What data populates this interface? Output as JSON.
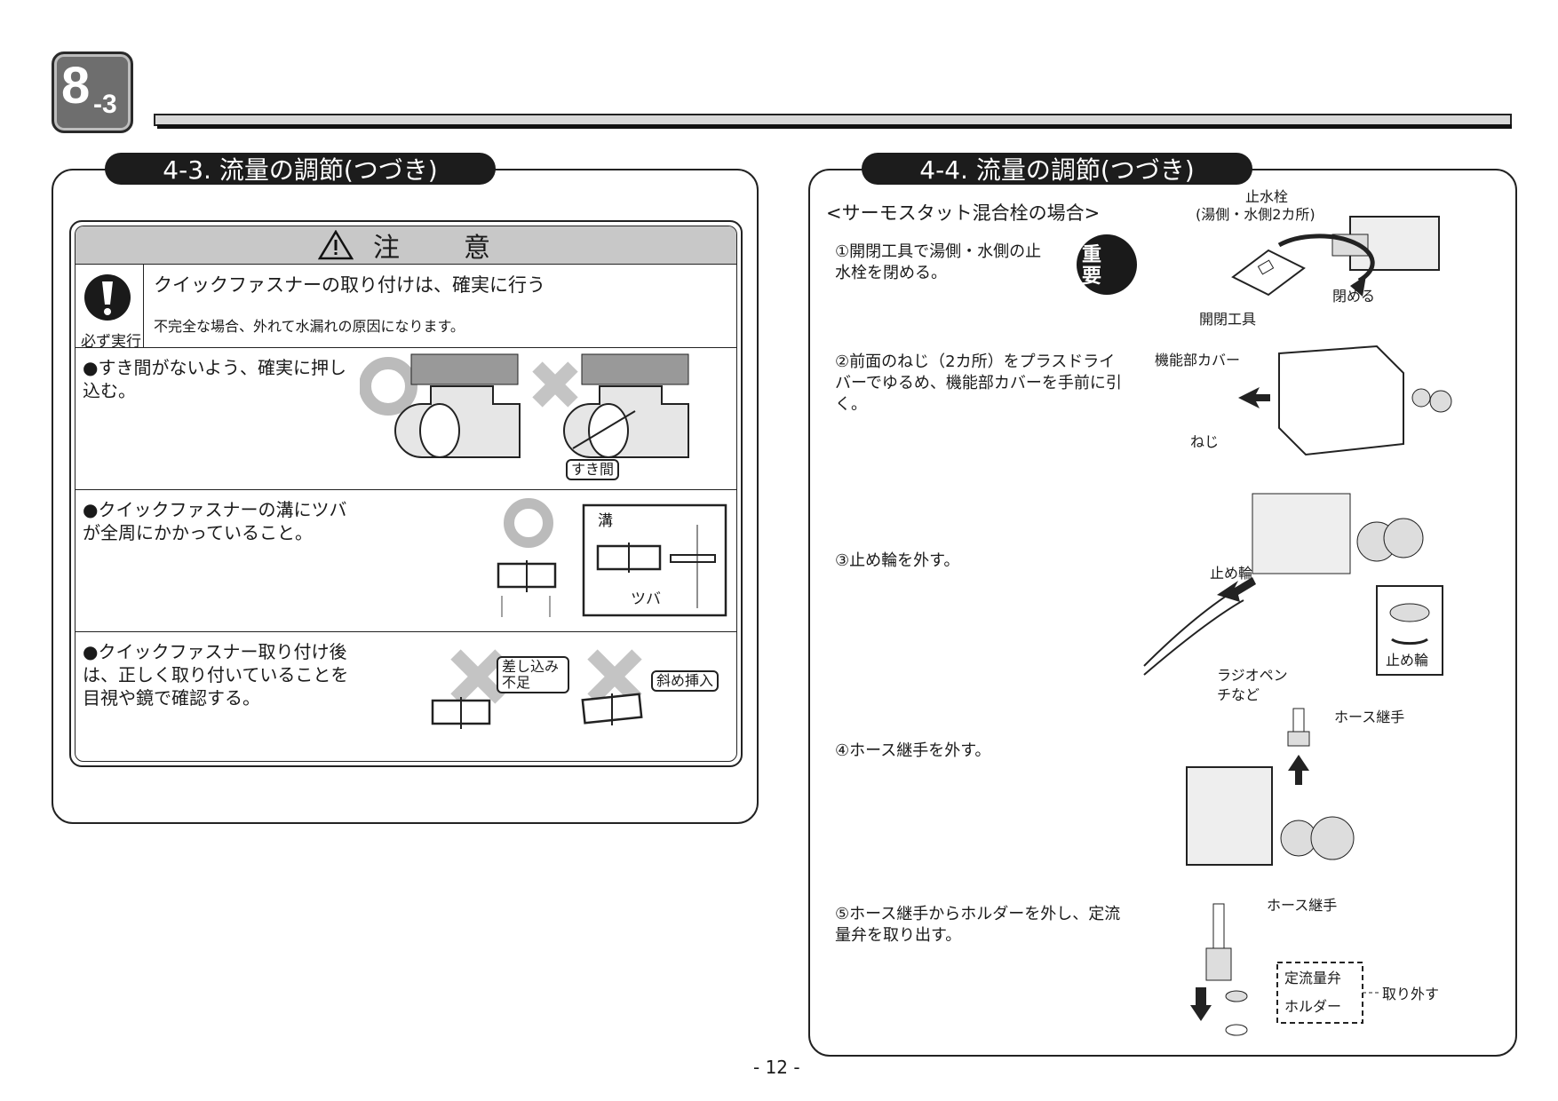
{
  "chapter": {
    "number": "8",
    "sub": "-3"
  },
  "left_panel": {
    "title": "4-3. 流量の調節(つづき)",
    "caution": {
      "header": "注　　意",
      "mandatory_label": "必ず実行",
      "lead": "クイックファスナーの取り付けは、確実に行う",
      "note": "不完全な場合、外れて水漏れの原因になります。",
      "items": [
        {
          "text": "●すき間がないよう、確実に押し込む。",
          "tag": "すき間"
        },
        {
          "text": "●クイックファスナーの溝にツバが全周にかかっていること。",
          "labels": [
            "溝",
            "ツバ"
          ]
        },
        {
          "text": "●クイックファスナー取り付け後は、正しく取り付いていることを目視や鏡で確認する。",
          "tags": [
            "差し込み不足",
            "斜め挿入"
          ]
        }
      ]
    }
  },
  "right_panel": {
    "title": "4-4. 流量の調節(つづき)",
    "subtitle": "<サーモスタット混合栓の場合>",
    "important_badge": "重要",
    "steps": [
      {
        "text": "①開閉工具で湯側・水側の止水栓を閉める。",
        "labels": {
          "valve": "止水栓",
          "valve_note": "(湯側・水側2カ所)",
          "close": "閉める",
          "tool": "開閉工具"
        }
      },
      {
        "text": "②前面のねじ（2カ所）をプラスドライバーでゆるめ、機能部カバーを手前に引く。",
        "labels": {
          "cover": "機能部カバー",
          "screw": "ねじ"
        }
      },
      {
        "text": "③止め輪を外す。",
        "labels": {
          "ring": "止め輪",
          "ring_box": "止め輪",
          "pliers": "ラジオペンチなど"
        }
      },
      {
        "text": "④ホース継手を外す。",
        "labels": {
          "joint": "ホース継手"
        }
      },
      {
        "text": "⑤ホース継手からホルダーを外し、定流量弁を取り出す。",
        "labels": {
          "joint": "ホース継手",
          "valve": "定流量弁",
          "holder": "ホルダー",
          "remove": "取り外す"
        }
      }
    ]
  },
  "page_number": "- 12 -"
}
